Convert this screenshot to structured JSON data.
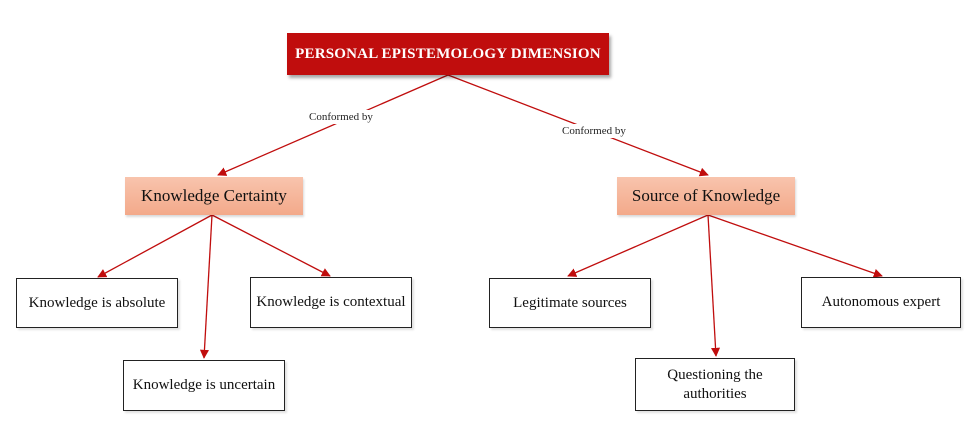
{
  "root": {
    "label": "PERSONAL EPISTEMOLOGY DIMENSION"
  },
  "edge_labels": {
    "left": "Conformed by",
    "right": "Conformed by"
  },
  "categories": [
    {
      "label": "Knowledge Certainty"
    },
    {
      "label": "Source of Knowledge"
    }
  ],
  "certainty_items": [
    {
      "label": "Knowledge is absolute"
    },
    {
      "label": "Knowledge is uncertain"
    },
    {
      "label": "Knowledge is contextual"
    }
  ],
  "source_items": [
    {
      "label": "Legitimate sources"
    },
    {
      "label": "Questioning the authorities"
    },
    {
      "label": "Autonomous expert"
    }
  ],
  "colors": {
    "root_fill": "#c00d0d",
    "category_fill": "#f5b49a",
    "arrow": "#c00d0d",
    "leaf_border": "#222222"
  }
}
